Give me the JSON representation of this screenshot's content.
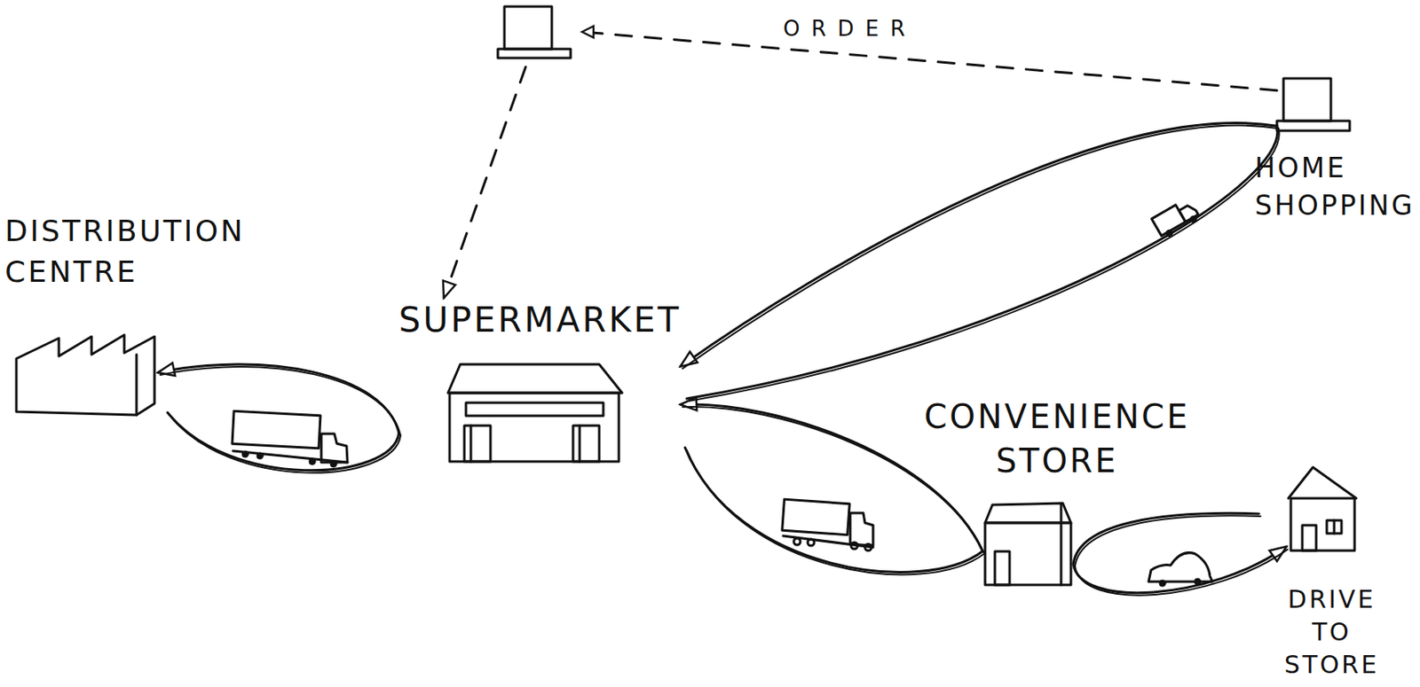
{
  "diagram": {
    "nodes": [
      {
        "text": [
          "DISTRIBUTION CENTRE"
        ]
      },
      {
        "text": [
          "SUPERMARKET"
        ]
      },
      {
        "text": [
          "CONVENIENCE STORE"
        ]
      },
      {
        "text": [
          "HOME SHOPPING"
        ]
      },
      {
        "text": [
          "DRIVE TO STORE"
        ]
      }
    ],
    "edges": [
      {
        "from": 1,
        "to": 0,
        "arrow": "to"
      },
      {
        "from": 2,
        "to": 1,
        "arrow": "to"
      },
      {
        "from": 3,
        "to": 1,
        "arrow": "to"
      },
      {
        "from": 2,
        "to": 4,
        "arrow": "to"
      },
      {
        "from": 3,
        "to": 1,
        "label": "ORDER",
        "arrow": "to"
      }
    ]
  }
}
